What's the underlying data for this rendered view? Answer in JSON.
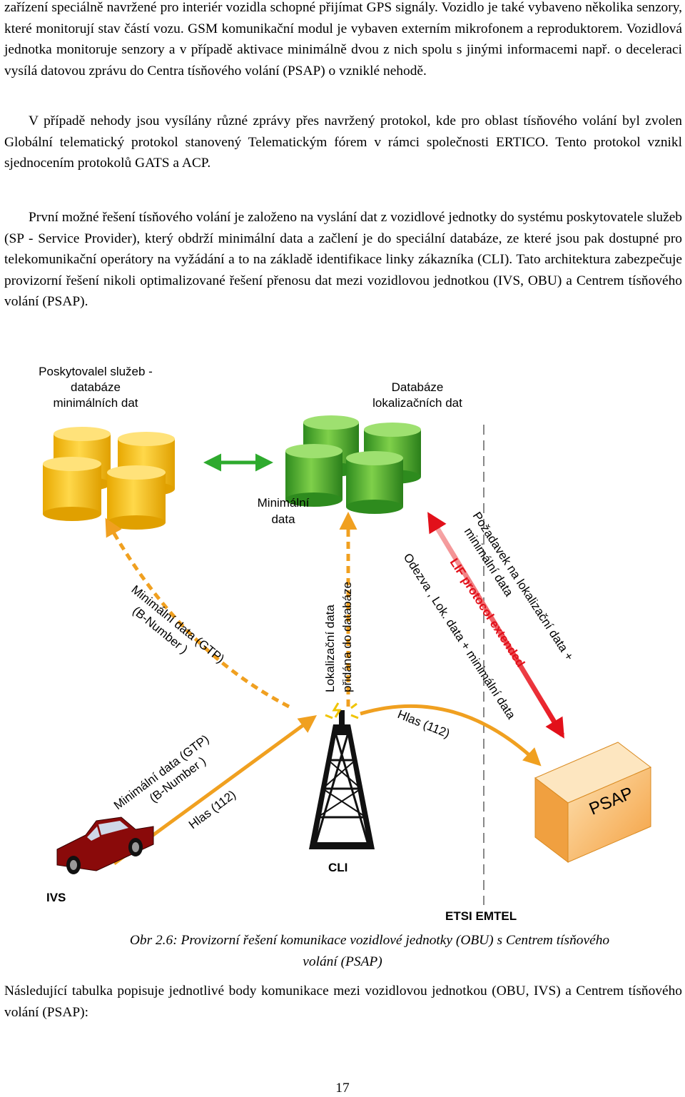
{
  "paragraphs": {
    "p1": "zařízení speciálně navržené pro interiér vozidla schopné přijímat GPS signály. Vozidlo je také vybaveno několika senzory, které monitorují stav částí vozu. GSM komunikační modul je vybaven externím mikrofonem a reproduktorem. Vozidlová jednotka monitoruje senzory a v případě aktivace minimálně dvou z nich spolu s jinými informacemi např. o deceleraci vysílá datovou zprávu do Centra tísňového volání (PSAP) o vzniklé nehodě.",
    "p2": "V případě nehody jsou vysílány různé zprávy přes navržený protokol, kde pro oblast tísňového volání byl zvolen Globální telematický protokol stanovený Telematickým fórem v rámci společnosti ERTICO. Tento protokol vznikl sjednocením protokolů GATS a ACP.",
    "p3": "První možné řešení tísňového volání je založeno na vyslání dat z vozidlové jednotky do systému poskytovatele služeb (SP - Service Provider), který obdrží minimální data a začlení je do speciální databáze, ze které jsou pak dostupné pro telekomunikační operátory na vyžádání a to na základě identifikace linky zákazníka (CLI). Tato architektura zabezpečuje provizorní řešení nikoli optimalizované řešení přenosu dat mezi vozidlovou jednotkou (IVS, OBU) a Centrem tísňového volání (PSAP).",
    "p4": "Následující tabulka popisuje jednotlivé body komunikace mezi vozidlovou jednotkou (OBU, IVS) a Centrem tísňového volání (PSAP):"
  },
  "figure": {
    "sp_title_1": "Poskytovalel služeb -",
    "sp_title_2": "databáze",
    "sp_title_3": "minimálních dat",
    "db_title_1": "Databáze",
    "db_title_2": "lokalizačních dat",
    "min_data_1": "Minimální",
    "min_data_2": "data",
    "loc_added_1": "Lokalizační data",
    "loc_added_2": "přidána do databáze",
    "min_gtp_upper_1": "Minimální data (GTP)",
    "min_gtp_upper_2": "(B-Number )",
    "min_gtp_lower_1": "Minimální data (GTP)",
    "min_gtp_lower_2": "(B-Number )",
    "hlas_lower": "Hlas (112)",
    "hlas_upper": "Hlas (112)",
    "request_1": "Požadavek na lokalizační data +",
    "request_2": "minimální data",
    "lif": "LIF protocol extended",
    "response": "Odezva , Lok. data + minimální data",
    "psap": "PSAP",
    "cli": "CLI",
    "ivs": "IVS",
    "etsi": "ETSI EMTEL",
    "colors": {
      "cylinder_yellow": "#f2c200",
      "cylinder_green": "#4caf2a",
      "arrow_green": "#2eaa2e",
      "arrow_orange": "#f0a020",
      "arrow_red": "#e2101a",
      "box_orange": "#f6b060",
      "car_red": "#8a0a0a"
    }
  },
  "caption": {
    "line1": "Obr 2.6: Provizorní řešení komunikace vozidlové jednotky (OBU) s Centrem tísňového",
    "line2": "volání (PSAP)"
  },
  "page_number": "17"
}
